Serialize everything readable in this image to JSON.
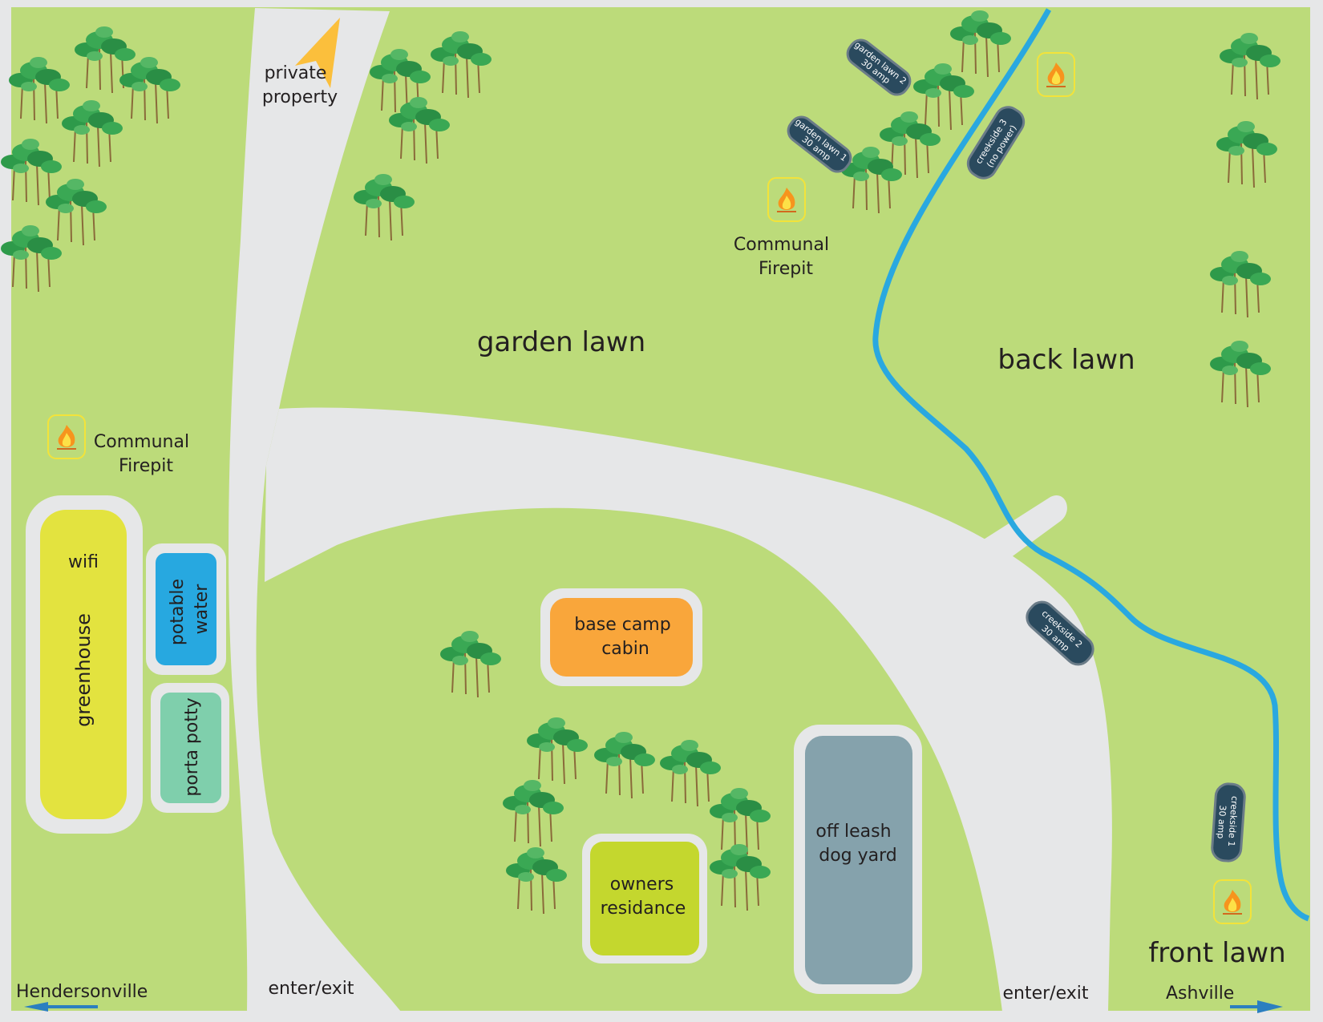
{
  "map": {
    "areas": {
      "garden_lawn": "garden lawn",
      "back_lawn": "back lawn",
      "front_lawn": "front lawn",
      "private_property": [
        "private",
        "property"
      ]
    },
    "firepits": [
      {
        "id": "firepit-west",
        "label": [
          "Communal",
          "Firepit"
        ]
      },
      {
        "id": "firepit-north",
        "label": [
          "Communal",
          "Firepit"
        ]
      },
      {
        "id": "firepit-back",
        "label": []
      },
      {
        "id": "firepit-front",
        "label": []
      }
    ],
    "buildings": {
      "greenhouse": {
        "top": "wifi",
        "main": "greenhouse",
        "color": "#e3e33f"
      },
      "potable_water": {
        "lines": [
          "potable",
          "water"
        ],
        "color": "#27a8e0"
      },
      "porta_potty": {
        "label": "porta potty",
        "color": "#7fcfac"
      },
      "base_camp_cabin": {
        "lines": [
          "base camp",
          "cabin"
        ],
        "color": "#f9a63b"
      },
      "owners_residence": {
        "lines": [
          "owners",
          "residance"
        ],
        "color": "#c4d72e"
      },
      "dog_yard": {
        "lines": [
          "off leash",
          "dog yard"
        ],
        "color": "#85a2ac"
      }
    },
    "campsites": [
      {
        "id": "garden-lawn-2",
        "lines": [
          "garden lawn 2",
          "30 amp"
        ]
      },
      {
        "id": "garden-lawn-1",
        "lines": [
          "garden lawn 1",
          "30 amp"
        ]
      },
      {
        "id": "creekside-3",
        "lines": [
          "creekside 3",
          "(no power)"
        ]
      },
      {
        "id": "creekside-2",
        "lines": [
          "creekside 2",
          "30 amp"
        ]
      },
      {
        "id": "creekside-1",
        "lines": [
          "creekside 1",
          "30 amp"
        ]
      }
    ],
    "entrances": [
      "enter/exit",
      "enter/exit"
    ],
    "directions": {
      "west": "Hendersonville",
      "east": "Ashville"
    },
    "colors": {
      "grass": "#bcdb7a",
      "road": "#e6e7e8",
      "creek": "#29a8e0",
      "campsite": "#2a4a5e",
      "arrow": "#2b7fc0",
      "private_arrow": "#fbbf3c",
      "tree_leaf": "#2e9a4a",
      "tree_trunk": "#8a6a3a"
    }
  }
}
